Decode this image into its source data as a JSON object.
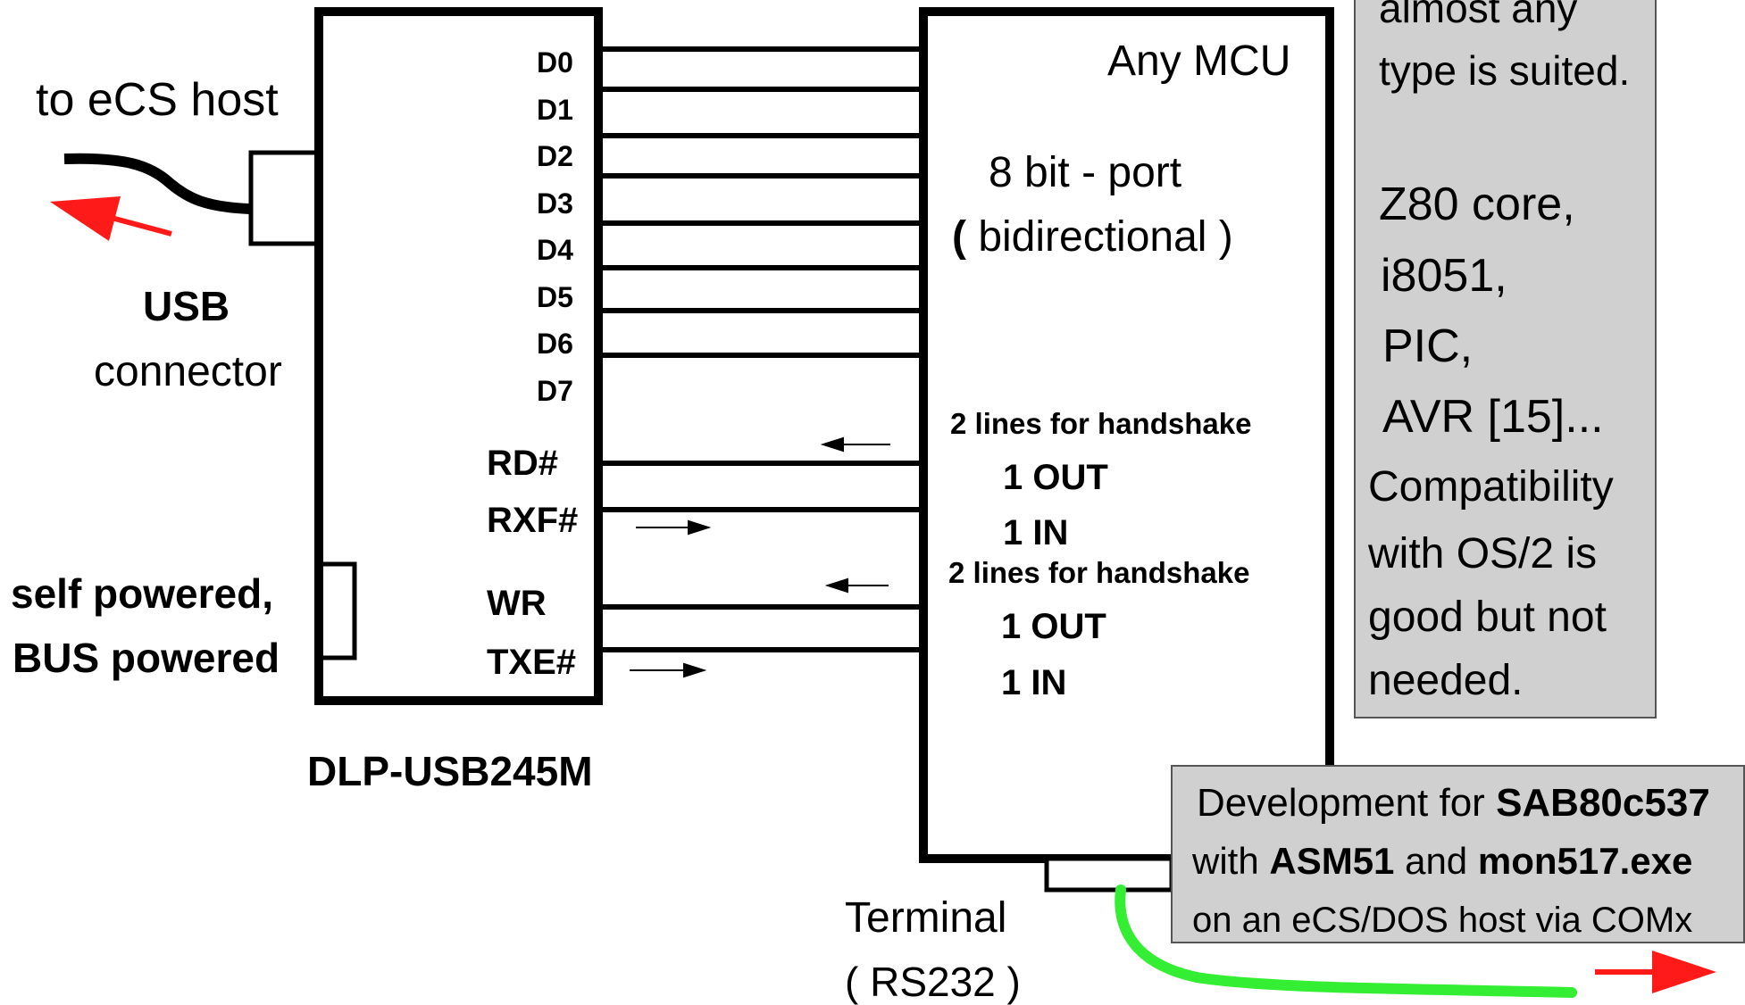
{
  "left_labels": {
    "host": "to eCS host",
    "usb": "USB",
    "connector": "connector",
    "self_powered": "self powered,",
    "bus_powered": "BUS powered"
  },
  "module": {
    "name": "DLP-USB245M",
    "pins": [
      "D0",
      "D1",
      "D2",
      "D3",
      "D4",
      "D5",
      "D6",
      "D7",
      "RD#",
      "RXF#",
      "WR",
      "TXE#"
    ]
  },
  "mcu": {
    "title": "Any MCU",
    "port_line1": "8 bit - port",
    "port_line2_paren_open": "(",
    "port_line2_text": " bidirectional )",
    "handshake_groups": [
      {
        "title": "2 lines for handshake",
        "out": "1 OUT",
        "in": "1 IN"
      },
      {
        "title": "2 lines for handshake",
        "out": "1 OUT",
        "in": "1 IN"
      }
    ]
  },
  "side_note": {
    "lines": [
      "almost any",
      "type is suited.",
      "",
      "Z80 core,",
      "i8051,",
      "PIC,",
      "AVR [15]...",
      "Compatibility",
      "with OS/2 is",
      "good but not",
      "needed."
    ]
  },
  "dev_note": {
    "line1_a": "Development for ",
    "line1_b": "SAB80c537",
    "line2_a": "with ",
    "line2_b": "ASM51",
    "line2_c": " and ",
    "line2_d": "mon517.exe",
    "line3": "on an eCS/DOS  host via COMx"
  },
  "terminal": {
    "label": "Terminal",
    "sub": "( RS232 )"
  },
  "colors": {
    "arrow_red": "#ff1a1a",
    "cable_green": "#33ee33",
    "note_gray": "#d0d0d0"
  }
}
